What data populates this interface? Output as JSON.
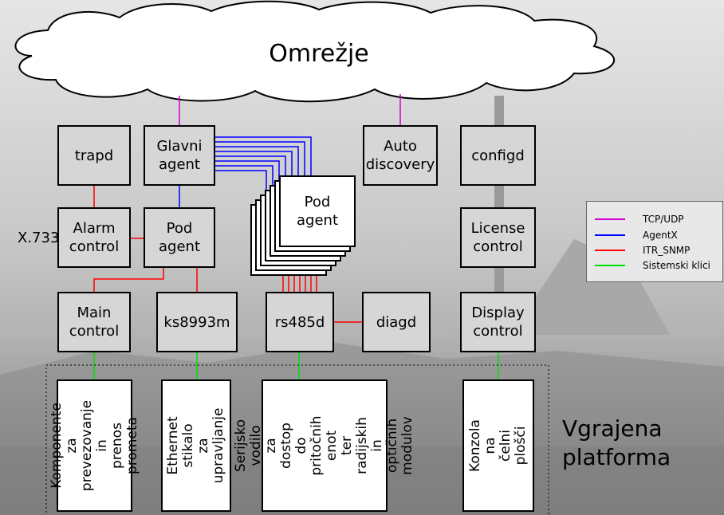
{
  "cloud_label": "Omrežje",
  "boxes": {
    "trapd": "trapd",
    "glavni_agent": "Glavni\nagent",
    "auto_discovery": "Auto\ndiscovery",
    "configd": "configd",
    "alarm_control": "Alarm\ncontrol",
    "pod_agent_left": "Pod\nagent",
    "pod_agent_stack": "Pod\nagent",
    "license_control": "License\ncontrol",
    "main_control": "Main\ncontrol",
    "ks8993m": "ks8993m",
    "rs485d": "rs485d",
    "diagd": "diagd",
    "display_control": "Display\ncontrol"
  },
  "x733_label": "X.733",
  "platform": {
    "components": "Komponente za\nprevezovanje in\nprenos prometa",
    "ethernet": "Ethernet stikalo\nza upravljanje",
    "serial": "Serijsko vodilo\nza dostop do\npritočnih enot\nter radijskih in\noptičnih\nmodulov",
    "console": "Konzola na\nčelni plošči",
    "label": "Vgrajena\nplatforma"
  },
  "legend": [
    {
      "label": "TCP/UDP",
      "color": "#d000d0"
    },
    {
      "label": "AgentX",
      "color": "#0000ff"
    },
    {
      "label": "ITR_SNMP",
      "color": "#ff0000"
    },
    {
      "label": "Sistemski klici",
      "color": "#00e000"
    }
  ]
}
